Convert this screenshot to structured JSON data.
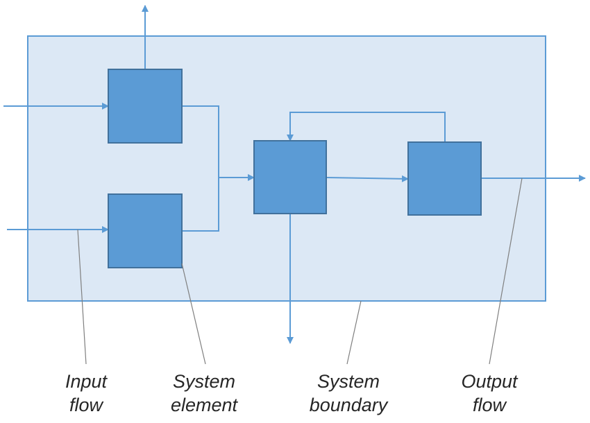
{
  "colors": {
    "boundary_fill": "#dce8f5",
    "boundary_stroke": "#5b9bd5",
    "element_fill": "#5b9bd5",
    "element_stroke": "#41719c",
    "flow": "#5b9bd5",
    "leader": "#7f7f7f",
    "label_text": "#262626"
  },
  "labels": {
    "input_flow": {
      "line1": "Input",
      "line2": "flow"
    },
    "system_element": {
      "line1": "System",
      "line2": "element"
    },
    "system_boundary": {
      "line1": "System",
      "line2": "boundary"
    },
    "output_flow": {
      "line1": "Output",
      "line2": "flow"
    }
  }
}
